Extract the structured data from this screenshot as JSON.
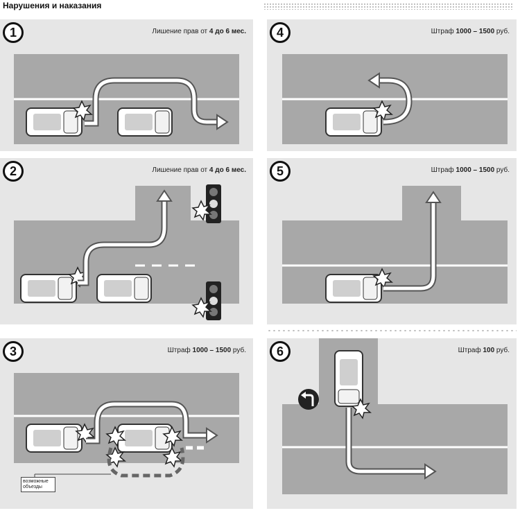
{
  "header": {
    "title": "Нарушения и наказания"
  },
  "panels": [
    {
      "number": "1",
      "penalty_prefix": "Лишение прав от ",
      "penalty_value": "4 до 6 мес."
    },
    {
      "number": "2",
      "penalty_prefix": "Лишение прав от ",
      "penalty_value": "4 до 6 мес."
    },
    {
      "number": "3",
      "penalty_prefix": "Штраф ",
      "penalty_value": "1000 – 1500",
      "penalty_suffix": " руб.",
      "note": "возможные объезды"
    },
    {
      "number": "4",
      "penalty_prefix": "Штраф ",
      "penalty_value": "1000 – 1500",
      "penalty_suffix": " руб."
    },
    {
      "number": "5",
      "penalty_prefix": "Штраф ",
      "penalty_value": "1000 – 1500",
      "penalty_suffix": " руб."
    },
    {
      "number": "6",
      "penalty_prefix": "Штраф ",
      "penalty_value": "100",
      "penalty_suffix": " руб."
    }
  ],
  "colors": {
    "road": "#a8a8a8",
    "background": "#e6e6e6",
    "arrow": "#555555",
    "lane_marking": "#ffffff",
    "badge_border": "#111111"
  }
}
